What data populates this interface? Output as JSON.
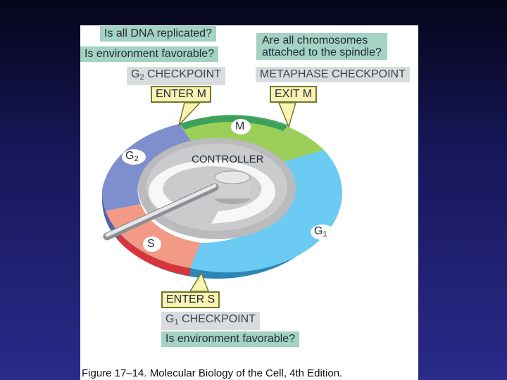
{
  "g2_questions": {
    "dna": "Is all DNA replicated?",
    "env": "Is environment favorable?"
  },
  "metaphase_question": {
    "line1": "Are all chromosomes",
    "line2": "attached to the spindle?"
  },
  "g2_checkpoint": {
    "prefix": "G",
    "sub": "2",
    "rest": " CHECKPOINT"
  },
  "metaphase_checkpoint": "METAPHASE CHECKPOINT",
  "enter_m": "ENTER M",
  "exit_m": "EXIT M",
  "enter_s": "ENTER S",
  "g1_checkpoint": {
    "prefix": "G",
    "sub": "1",
    "rest": " CHECKPOINT"
  },
  "g1_question": "Is environment favorable?",
  "phases": {
    "m": "M",
    "g2": {
      "prefix": "G",
      "sub": "2"
    },
    "s": "S",
    "g1": {
      "prefix": "G",
      "sub": "1"
    }
  },
  "controller": "CONTROLLER",
  "caption": "Figure 17–14. Molecular Biology of the Cell, 4th Edition.",
  "colors": {
    "m_phase": "#9ccf5a",
    "g2_phase": "#7f8fce",
    "s_phase": "#f29a86",
    "g1_phase": "#6ccbf2",
    "checkpoint_box": "#fbf2b4",
    "question_box": "#a4d2c3",
    "label_box": "#d9dcdc"
  }
}
